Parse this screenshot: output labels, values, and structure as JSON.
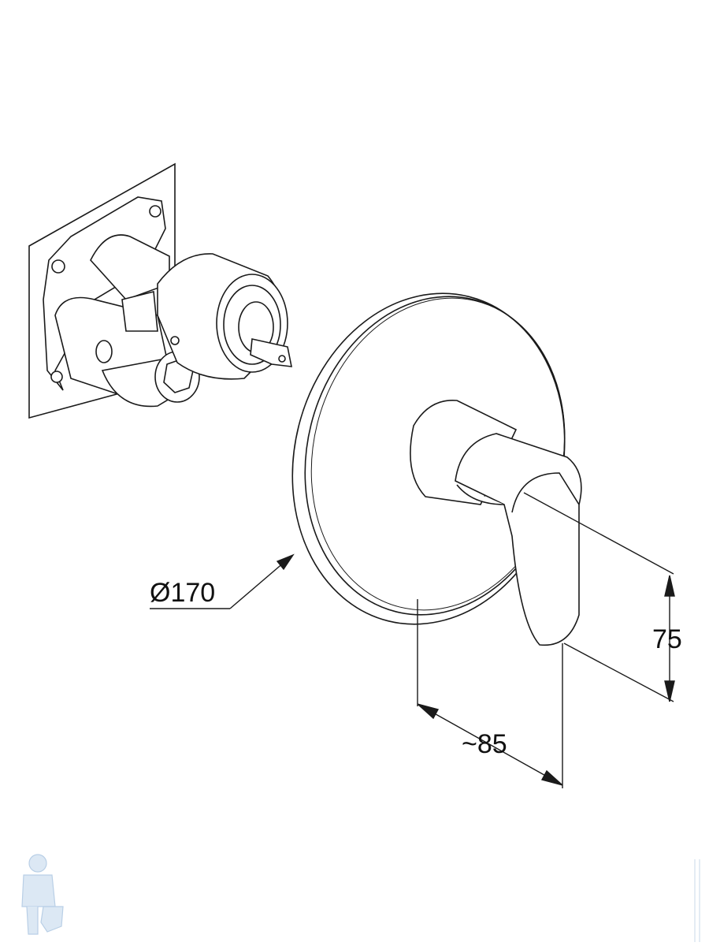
{
  "dimensions": {
    "diameter": "Ø170",
    "height": "75",
    "depth": "~85"
  },
  "colors": {
    "line": "#1a1a1a",
    "watermark": "#b9cfe6"
  }
}
